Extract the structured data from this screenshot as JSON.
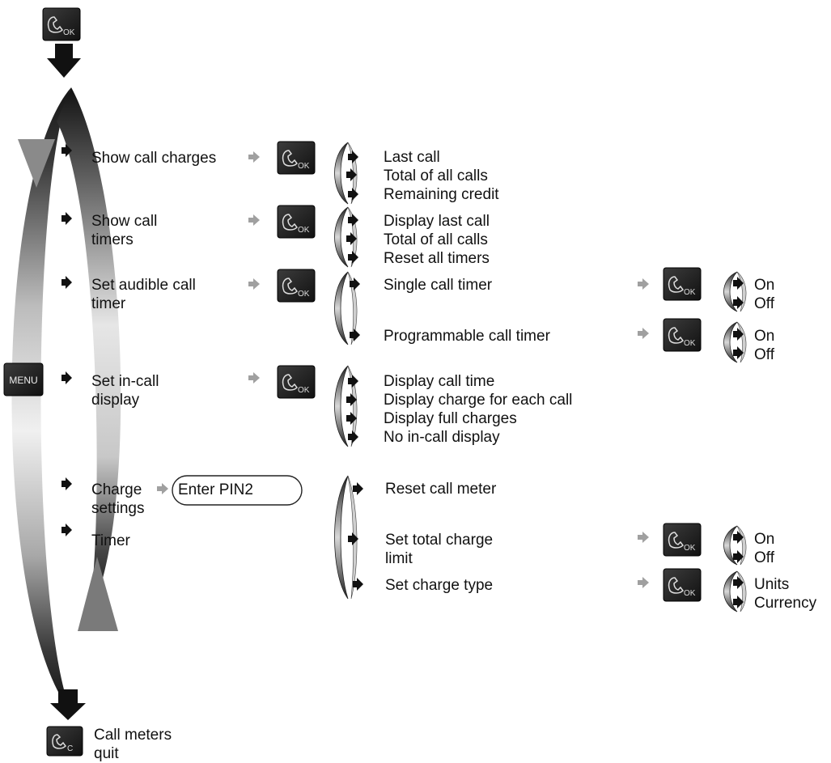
{
  "keys": {
    "ok": "OK",
    "menu": "MENU",
    "clear": "C"
  },
  "colors": {
    "ink": "#111111",
    "ring_dark": "#1a1a1a",
    "ring_light": "#eeeeee",
    "arrow_gray": "#9a9a9a"
  },
  "menu_items": [
    {
      "label": "Show call charges"
    },
    {
      "label": "Show call\ntimers"
    },
    {
      "label": "Set audible call\ntimer"
    },
    {
      "label": "Set in-call\ndisplay"
    },
    {
      "label": "Charge\nsettings"
    },
    {
      "label": "Timer"
    }
  ],
  "pin_box": {
    "label": "Enter PIN2"
  },
  "submenus": {
    "call_charges": [
      "Last call",
      "Total of all calls",
      "Remaining credit"
    ],
    "call_timers": [
      "Display last call",
      "Total of all calls",
      "Reset all timers"
    ],
    "audible_timer": [
      "Single call timer",
      "Programmable call timer"
    ],
    "in_call_display": [
      "Display call time",
      "Display charge for each call",
      "Display full charges",
      "No in-call display"
    ],
    "charge_settings": [
      "Reset call meter",
      "Set total charge\nlimit",
      "Set charge type"
    ]
  },
  "options": {
    "single_call_timer": [
      "On",
      "Off"
    ],
    "programmable_call_timer": [
      "On",
      "Off"
    ],
    "total_charge_limit": [
      "On",
      "Off"
    ],
    "charge_type": [
      "Units",
      "Currency"
    ]
  },
  "quit": {
    "label": "Call meters\nquit"
  }
}
